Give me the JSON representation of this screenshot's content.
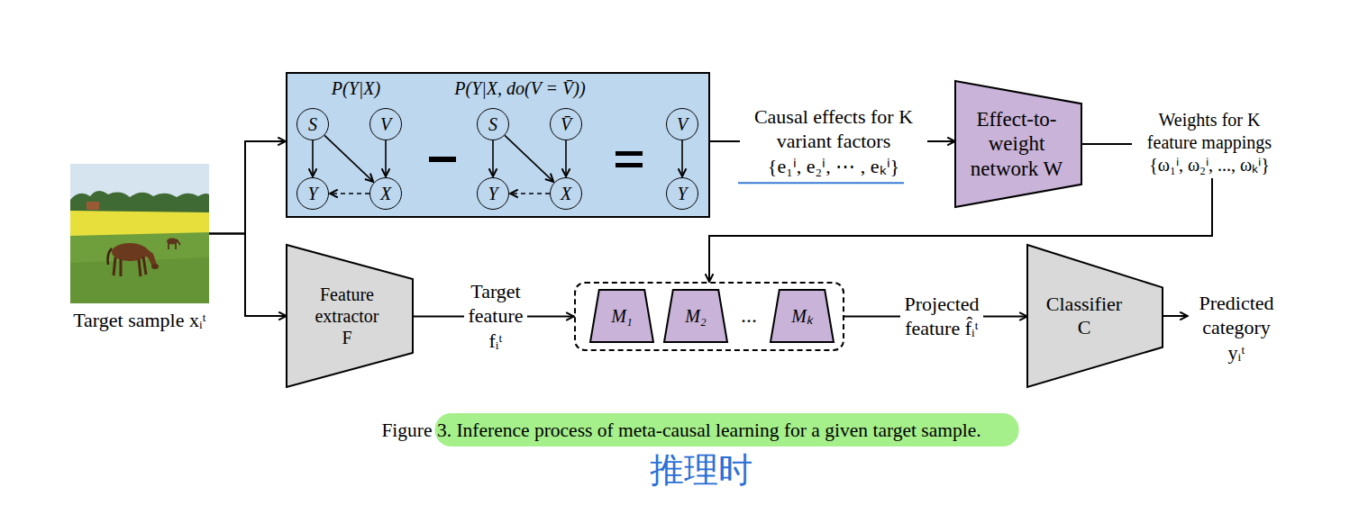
{
  "diagram": {
    "caption": "Figure 3. Inference process of meta-causal learning for a given target sample.",
    "nodes": [
      {
        "text": [
          "Target sample xᵢᵗ"
        ]
      },
      {
        "text": [
          "P(Y|X)",
          "P(Y|X, do(V = V̄))"
        ]
      },
      {
        "text": [
          "S"
        ],
        "in": 1
      },
      {
        "text": [
          "V"
        ],
        "in": 1
      },
      {
        "text": [
          "Y"
        ],
        "in": 1
      },
      {
        "text": [
          "X"
        ],
        "in": 1
      },
      {
        "text": [
          "S"
        ],
        "in": 1
      },
      {
        "text": [
          "V̄"
        ],
        "in": 1
      },
      {
        "text": [
          "Y"
        ],
        "in": 1
      },
      {
        "text": [
          "X"
        ],
        "in": 1
      },
      {
        "text": [
          "V"
        ],
        "in": 1
      },
      {
        "text": [
          "Y"
        ],
        "in": 1
      },
      {
        "text": [
          "Effect-to-weight network W"
        ]
      },
      {
        "text": [
          "Feature extractor F"
        ]
      },
      {
        "text": [
          "..."
        ]
      },
      {
        "text": [
          "M₁"
        ],
        "in": 14
      },
      {
        "text": [
          "M₂"
        ],
        "in": 14
      },
      {
        "text": [
          "Mₖ"
        ],
        "in": 14
      },
      {
        "text": [
          "Classifier C"
        ]
      }
    ],
    "edges": [
      {
        "from": 0,
        "to": 1,
        "arrow": "to"
      },
      {
        "from": 0,
        "to": 13,
        "arrow": "to"
      },
      {
        "from": 1,
        "to": 12,
        "label": "Causal effects for K variant factors {e₁ⁱ, e₂ⁱ, ⋯ , eₖⁱ}",
        "arrow": "to"
      },
      {
        "from": 12,
        "to": 14,
        "label": "Weights for K feature mappings {ω₁ⁱ, ω₂ⁱ, ..., ωₖⁱ}",
        "arrow": "to"
      },
      {
        "from": 13,
        "to": 14,
        "label": "Target feature fᵢᵗ",
        "arrow": "to"
      },
      {
        "from": 14,
        "to": 18,
        "label": "Projected feature f̂ᵢᵗ",
        "arrow": "to"
      },
      {
        "from": 2,
        "to": 4,
        "arrow": "to"
      },
      {
        "from": 2,
        "to": 5,
        "arrow": "to"
      },
      {
        "from": 3,
        "to": 5,
        "arrow": "to"
      },
      {
        "from": 5,
        "to": 4,
        "arrow": "to"
      },
      {
        "from": 6,
        "to": 8,
        "arrow": "to"
      },
      {
        "from": 6,
        "to": 9,
        "arrow": "to"
      },
      {
        "from": 7,
        "to": 9,
        "arrow": "to"
      },
      {
        "from": 9,
        "to": 8,
        "arrow": "to"
      },
      {
        "from": 10,
        "to": 11,
        "arrow": "to"
      }
    ],
    "labels": [
      "Predicted category yᵢᵗ",
      "推理时"
    ]
  }
}
